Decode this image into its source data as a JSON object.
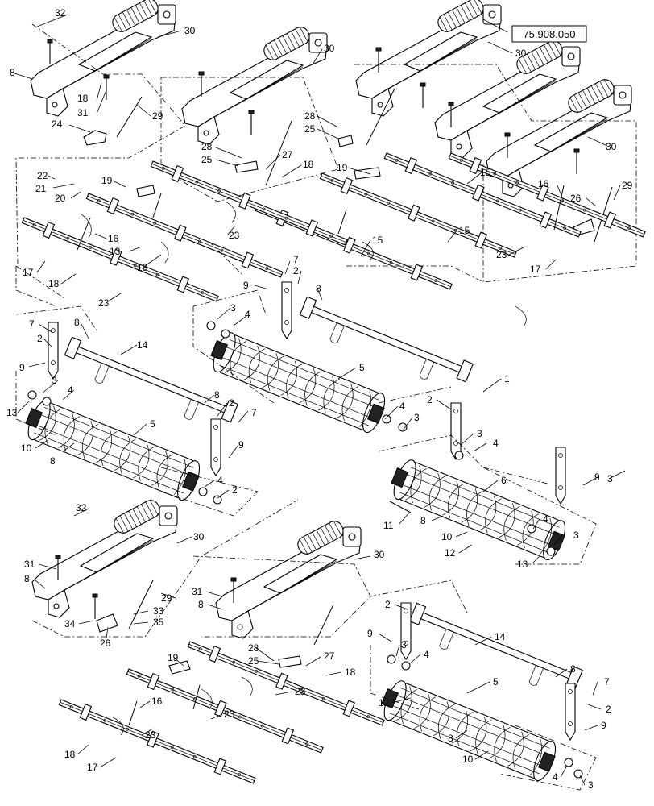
{
  "reference_box": {
    "label": "75.908.050"
  },
  "callouts": [
    {
      "id": "c1",
      "text": "32"
    },
    {
      "id": "c2",
      "text": "30"
    },
    {
      "id": "c3",
      "text": "30"
    },
    {
      "id": "c4",
      "text": "30"
    },
    {
      "id": "c5",
      "text": "8"
    },
    {
      "id": "c6",
      "text": "18"
    },
    {
      "id": "c7",
      "text": "31"
    },
    {
      "id": "c8",
      "text": "29"
    },
    {
      "id": "c9",
      "text": "24"
    },
    {
      "id": "c10",
      "text": "28"
    },
    {
      "id": "c11",
      "text": "25"
    },
    {
      "id": "c12",
      "text": "28"
    },
    {
      "id": "c13",
      "text": "25"
    },
    {
      "id": "c14",
      "text": "27"
    },
    {
      "id": "c15",
      "text": "18"
    },
    {
      "id": "c16",
      "text": "30"
    },
    {
      "id": "c17",
      "text": "22"
    },
    {
      "id": "c18",
      "text": "21"
    },
    {
      "id": "c19",
      "text": "20"
    },
    {
      "id": "c20",
      "text": "19"
    },
    {
      "id": "c21",
      "text": "19"
    },
    {
      "id": "c22",
      "text": "15"
    },
    {
      "id": "c23",
      "text": "16"
    },
    {
      "id": "c24",
      "text": "26"
    },
    {
      "id": "c25",
      "text": "29"
    },
    {
      "id": "c26",
      "text": "23"
    },
    {
      "id": "c27",
      "text": "15"
    },
    {
      "id": "c28",
      "text": "15"
    },
    {
      "id": "c29",
      "text": "16"
    },
    {
      "id": "c30",
      "text": "13"
    },
    {
      "id": "c31",
      "text": "23"
    },
    {
      "id": "c32",
      "text": "18"
    },
    {
      "id": "c33",
      "text": "17"
    },
    {
      "id": "c34",
      "text": "18"
    },
    {
      "id": "c35",
      "text": "17"
    },
    {
      "id": "c36",
      "text": "23"
    },
    {
      "id": "c37",
      "text": "7"
    },
    {
      "id": "c38",
      "text": "2"
    },
    {
      "id": "c39",
      "text": "9"
    },
    {
      "id": "c40",
      "text": "8"
    },
    {
      "id": "c41",
      "text": "3"
    },
    {
      "id": "c42",
      "text": "4"
    },
    {
      "id": "c43",
      "text": "7"
    },
    {
      "id": "c44",
      "text": "8"
    },
    {
      "id": "c45",
      "text": "2"
    },
    {
      "id": "c46",
      "text": "14"
    },
    {
      "id": "c47",
      "text": "9"
    },
    {
      "id": "c48",
      "text": "5"
    },
    {
      "id": "c49",
      "text": "1"
    },
    {
      "id": "c50",
      "text": "3"
    },
    {
      "id": "c51",
      "text": "4"
    },
    {
      "id": "c52",
      "text": "13"
    },
    {
      "id": "c53",
      "text": "8"
    },
    {
      "id": "c54",
      "text": "2"
    },
    {
      "id": "c55",
      "text": "7"
    },
    {
      "id": "c56",
      "text": "4"
    },
    {
      "id": "c57",
      "text": "3"
    },
    {
      "id": "c58",
      "text": "2"
    },
    {
      "id": "c59",
      "text": "5"
    },
    {
      "id": "c60",
      "text": "10"
    },
    {
      "id": "c61",
      "text": "8"
    },
    {
      "id": "c62",
      "text": "9"
    },
    {
      "id": "c63",
      "text": "3"
    },
    {
      "id": "c64",
      "text": "4"
    },
    {
      "id": "c65",
      "text": "4"
    },
    {
      "id": "c66",
      "text": "2"
    },
    {
      "id": "c67",
      "text": "9"
    },
    {
      "id": "c68",
      "text": "3"
    },
    {
      "id": "c69",
      "text": "6"
    },
    {
      "id": "c70",
      "text": "11"
    },
    {
      "id": "c71",
      "text": "8"
    },
    {
      "id": "c72",
      "text": "4"
    },
    {
      "id": "c73",
      "text": "10"
    },
    {
      "id": "c74",
      "text": "3"
    },
    {
      "id": "c75",
      "text": "12"
    },
    {
      "id": "c76",
      "text": "13"
    },
    {
      "id": "c77",
      "text": "32"
    },
    {
      "id": "c78",
      "text": "30"
    },
    {
      "id": "c79",
      "text": "30"
    },
    {
      "id": "c80",
      "text": "31"
    },
    {
      "id": "c81",
      "text": "8"
    },
    {
      "id": "c82",
      "text": "29"
    },
    {
      "id": "c83",
      "text": "31"
    },
    {
      "id": "c84",
      "text": "8"
    },
    {
      "id": "c85",
      "text": "33"
    },
    {
      "id": "c86",
      "text": "35"
    },
    {
      "id": "c87",
      "text": "34"
    },
    {
      "id": "c88",
      "text": "26"
    },
    {
      "id": "c89",
      "text": "2"
    },
    {
      "id": "c90",
      "text": "14"
    },
    {
      "id": "c91",
      "text": "9"
    },
    {
      "id": "c92",
      "text": "3"
    },
    {
      "id": "c93",
      "text": "4"
    },
    {
      "id": "c94",
      "text": "8"
    },
    {
      "id": "c95",
      "text": "19"
    },
    {
      "id": "c96",
      "text": "28"
    },
    {
      "id": "c97",
      "text": "27"
    },
    {
      "id": "c98",
      "text": "25"
    },
    {
      "id": "c99",
      "text": "18"
    },
    {
      "id": "c100",
      "text": "23"
    },
    {
      "id": "c101",
      "text": "16"
    },
    {
      "id": "c102",
      "text": "23"
    },
    {
      "id": "c103",
      "text": "23"
    },
    {
      "id": "c104",
      "text": "18"
    },
    {
      "id": "c105",
      "text": "17"
    },
    {
      "id": "c106",
      "text": "5"
    },
    {
      "id": "c107",
      "text": "12"
    },
    {
      "id": "c108",
      "text": "7"
    },
    {
      "id": "c109",
      "text": "2"
    },
    {
      "id": "c110",
      "text": "9"
    },
    {
      "id": "c111",
      "text": "8"
    },
    {
      "id": "c112",
      "text": "10"
    },
    {
      "id": "c113",
      "text": "4"
    },
    {
      "id": "c114",
      "text": "3"
    }
  ]
}
